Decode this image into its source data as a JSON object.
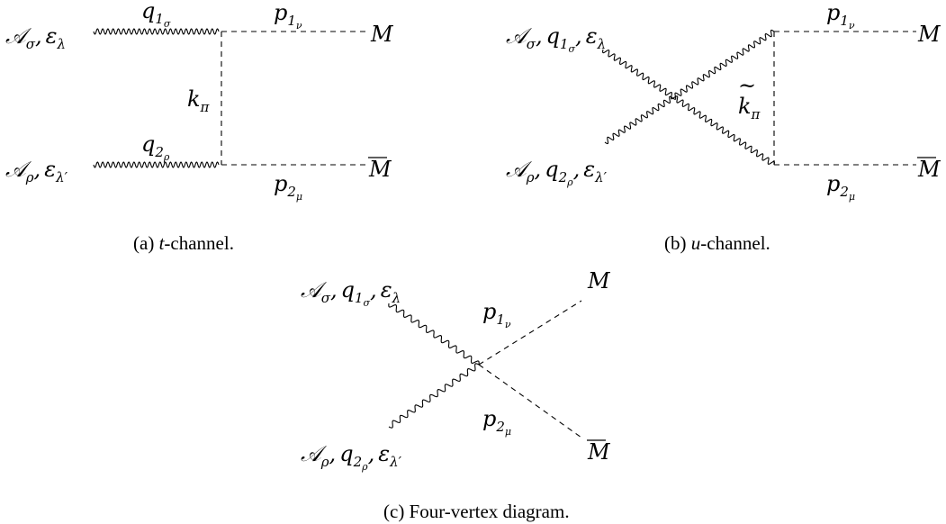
{
  "symbols": {
    "photon_a": "𝒜",
    "sigma": "σ",
    "rho": "ρ",
    "eps": "ε",
    "lambda": "λ",
    "lambda_prime": "λ′",
    "q": "q",
    "one": "1",
    "two": "2",
    "p": "p",
    "nu": "ν",
    "mu": "μ",
    "k": "k",
    "pi": "π",
    "tilde": "~",
    "meson": "M",
    "antimeson": "M",
    "comma": ","
  },
  "captions": {
    "a_prefix": "(a) ",
    "a_var": "t",
    "a_suffix": "-channel.",
    "b_prefix": "(b) ",
    "b_var": "u",
    "b_suffix": "-channel.",
    "c": "(c) Four-vertex diagram."
  }
}
